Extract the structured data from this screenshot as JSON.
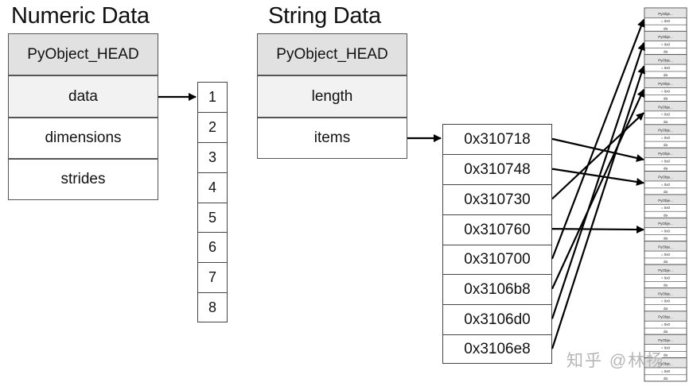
{
  "numeric": {
    "title": "Numeric Data",
    "fields": [
      "PyObject_HEAD",
      "data",
      "dimensions",
      "strides"
    ],
    "values": [
      "1",
      "2",
      "3",
      "4",
      "5",
      "6",
      "7",
      "8"
    ]
  },
  "string": {
    "title": "String Data",
    "fields": [
      "PyObject_HEAD",
      "length",
      "items"
    ],
    "addresses": [
      "0x310718",
      "0x310748",
      "0x310730",
      "0x310760",
      "0x310700",
      "0x3106b8",
      "0x3106d0",
      "0x3106e8"
    ]
  },
  "memory": {
    "blocks": 16,
    "block_label_top": "PyObje...",
    "block_label_sub": "= 0x0",
    "block_label_small": "da",
    "pointer_targets": [
      6,
      7,
      4,
      9,
      0,
      3,
      1,
      2
    ]
  },
  "watermark": "知乎 @林扬"
}
